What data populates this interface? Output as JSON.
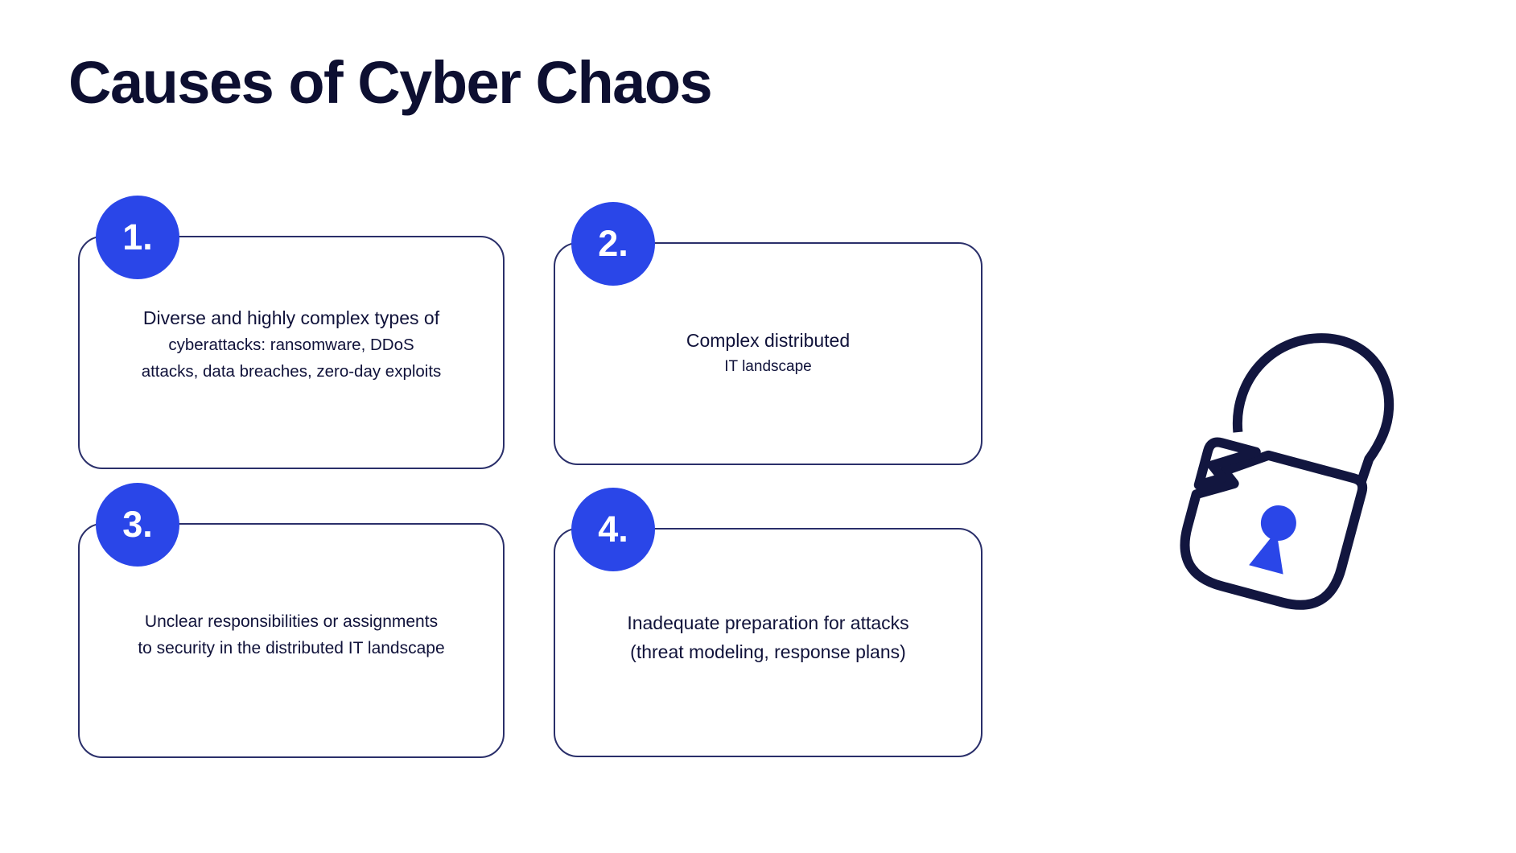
{
  "title": "Causes of Cyber Chaos",
  "colors": {
    "accent_blue": "#2a46e8",
    "ink_navy": "#0d0f31",
    "card_border": "#2a2f6a",
    "background": "#ffffff"
  },
  "cards": [
    {
      "number": "1.",
      "lines": [
        "Diverse and highly complex types of",
        "cyberattacks: ransomware, DDoS",
        "attacks, data breaches, zero-day exploits"
      ]
    },
    {
      "number": "2.",
      "lines": [
        "Complex distributed",
        "IT landscape"
      ]
    },
    {
      "number": "3.",
      "lines": [
        "Unclear responsibilities or assignments",
        "to security in the distributed IT landscape"
      ]
    },
    {
      "number": "4.",
      "lines": [
        "Inadequate preparation for attacks",
        "(threat modeling, response plans)"
      ]
    }
  ],
  "illustration": {
    "name": "broken-padlock",
    "keyhole_color": "#2a46e8",
    "outline_color": "#12163f"
  }
}
